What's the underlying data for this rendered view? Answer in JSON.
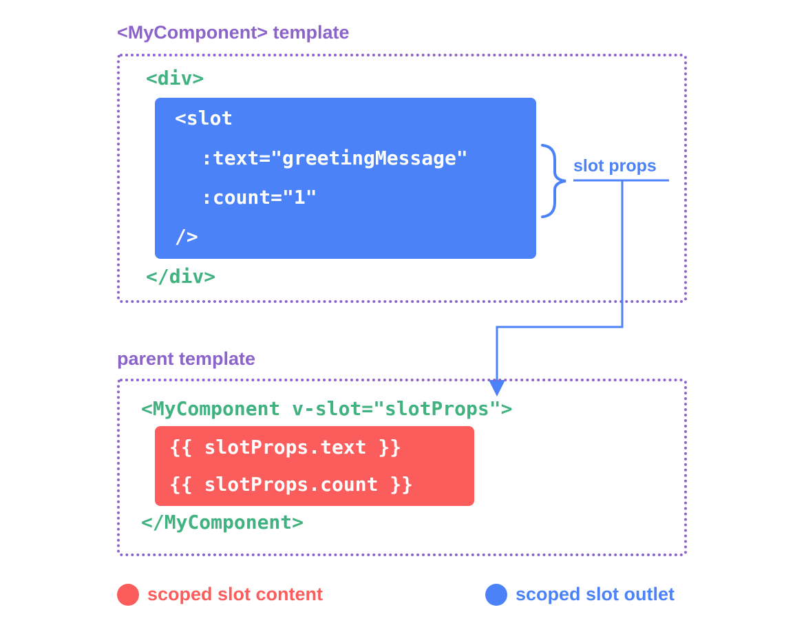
{
  "component_section": {
    "title": "<MyComponent> template",
    "open_tag": "<div>",
    "close_tag": "</div>",
    "slot_lines": [
      "<slot",
      ":text=\"greetingMessage\"",
      ":count=\"1\"",
      "/>"
    ]
  },
  "annotation": {
    "label": "slot props"
  },
  "parent_section": {
    "title": "parent template",
    "open_tag": "<MyComponent v-slot=\"slotProps\">",
    "close_tag": "</MyComponent>",
    "content_lines": [
      "{{ slotProps.text }}",
      "{{ slotProps.count }}"
    ]
  },
  "legend": {
    "content_label": "scoped slot content",
    "outlet_label": "scoped slot outlet"
  },
  "colors": {
    "frame_purple": "#8b63c9",
    "code_green": "#3fb27f",
    "outlet_blue": "#4c82f7",
    "content_red": "#fb5d5d"
  }
}
